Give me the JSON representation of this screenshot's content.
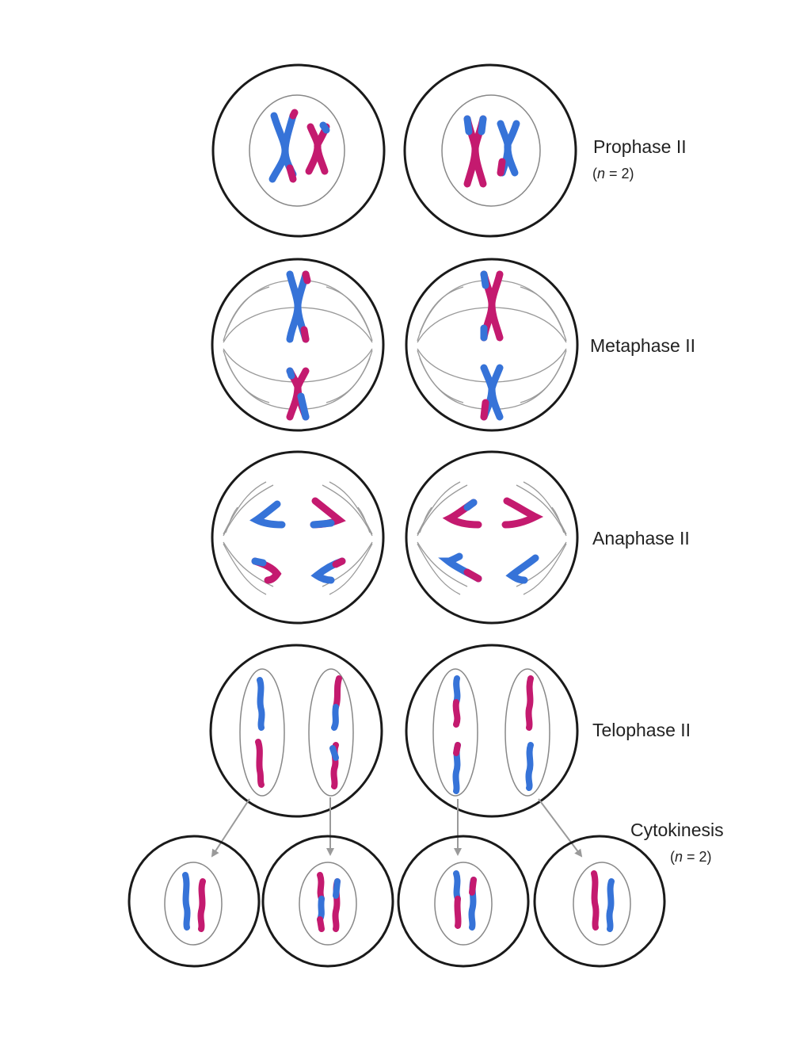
{
  "colors": {
    "maternal": "#3673d8",
    "paternal": "#c41a6f",
    "membrane": "#1a1a1a",
    "nucleus": "#888888",
    "spindle": "#9a9a9a",
    "arrow": "#9a9a9a",
    "text": "#222222"
  },
  "labels": {
    "prophase": "Prophase II",
    "prophase_ploidy_pre": "(",
    "prophase_ploidy_var": "n",
    "prophase_ploidy_post": " = 2)",
    "metaphase": "Metaphase II",
    "anaphase": "Anaphase II",
    "telophase": "Telophase II",
    "cytokinesis": "Cytokinesis",
    "cytokinesis_ploidy_pre": "(",
    "cytokinesis_ploidy_var": "n",
    "cytokinesis_ploidy_post": " = 2)"
  }
}
